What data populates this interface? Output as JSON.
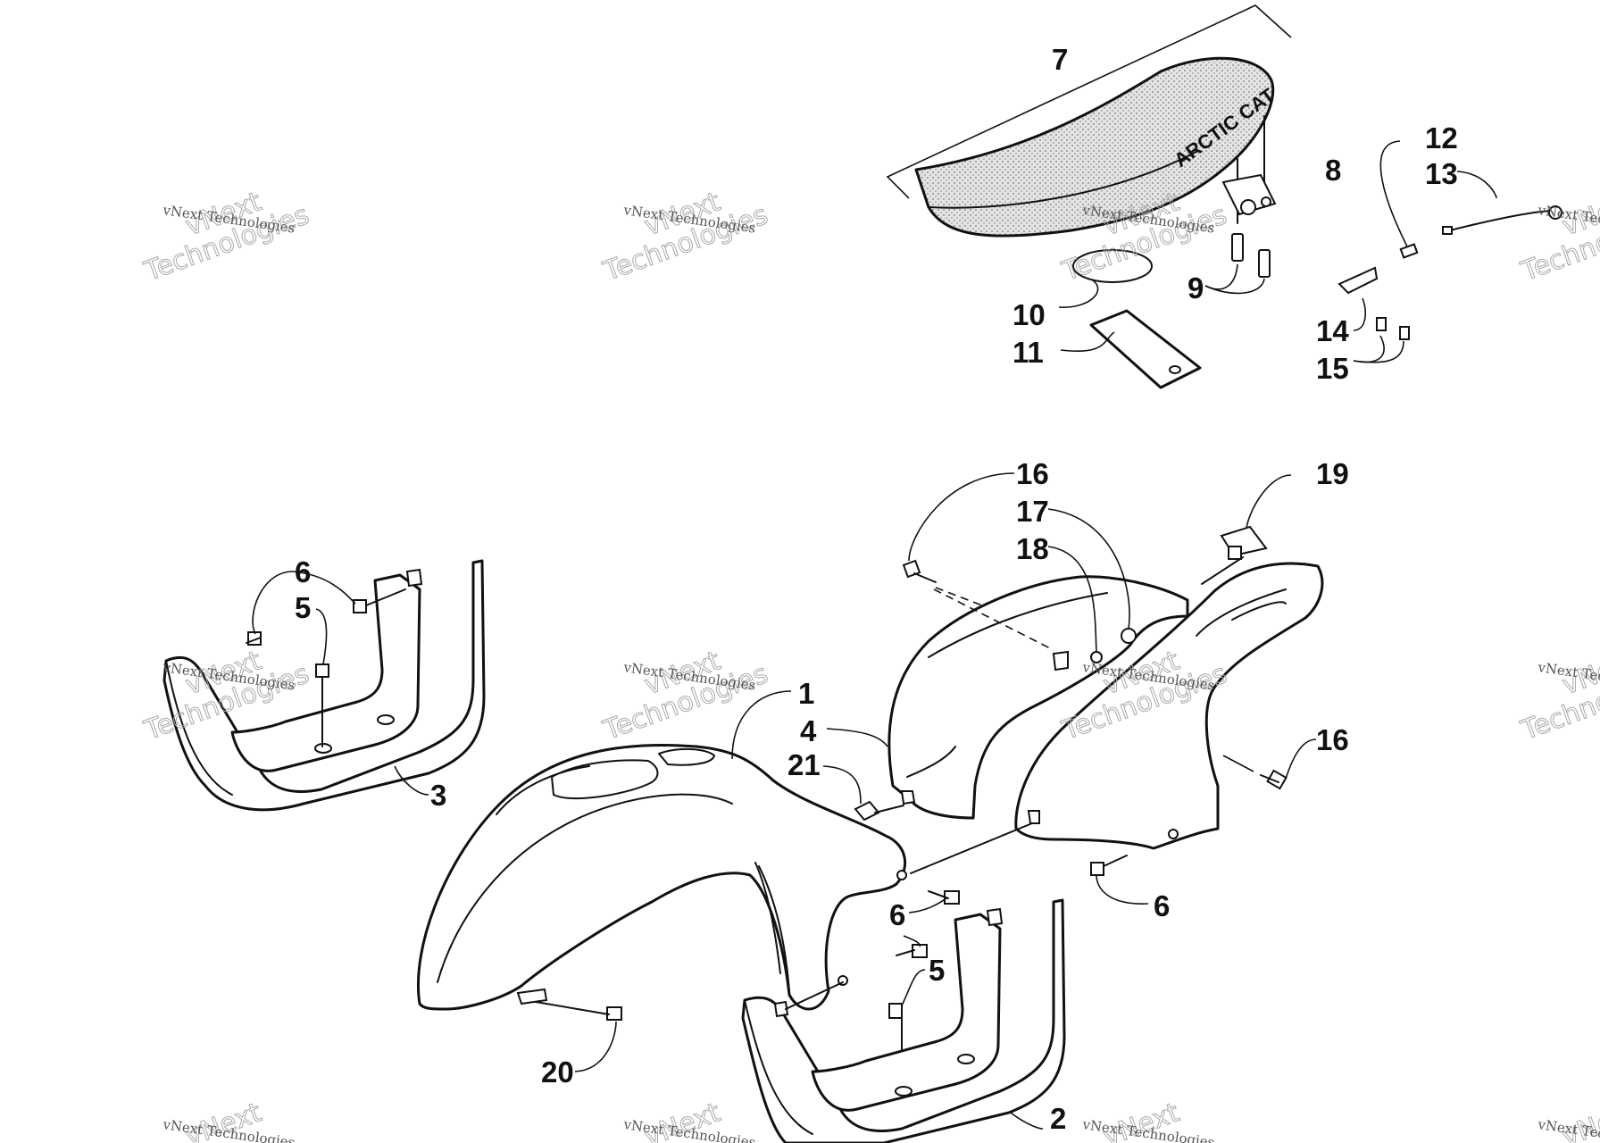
{
  "diagram": {
    "brand_text": "ARCTIC CAT",
    "watermark": {
      "line1": "vNext",
      "line2": "Technologies",
      "caption": "vNext Technologies"
    },
    "callouts": [
      {
        "id": "c7",
        "label": "7"
      },
      {
        "id": "c8",
        "label": "8"
      },
      {
        "id": "c9",
        "label": "9"
      },
      {
        "id": "c10",
        "label": "10"
      },
      {
        "id": "c11",
        "label": "11"
      },
      {
        "id": "c12",
        "label": "12"
      },
      {
        "id": "c13",
        "label": "13"
      },
      {
        "id": "c14",
        "label": "14"
      },
      {
        "id": "c15",
        "label": "15"
      },
      {
        "id": "c16a",
        "label": "16"
      },
      {
        "id": "c17",
        "label": "17"
      },
      {
        "id": "c18",
        "label": "18"
      },
      {
        "id": "c19",
        "label": "19"
      },
      {
        "id": "c16b",
        "label": "16"
      },
      {
        "id": "c6a",
        "label": "6"
      },
      {
        "id": "c5a",
        "label": "5"
      },
      {
        "id": "c3",
        "label": "3"
      },
      {
        "id": "c1",
        "label": "1"
      },
      {
        "id": "c4",
        "label": "4"
      },
      {
        "id": "c21",
        "label": "21"
      },
      {
        "id": "c6b",
        "label": "6"
      },
      {
        "id": "c6c",
        "label": "6"
      },
      {
        "id": "c5b",
        "label": "5"
      },
      {
        "id": "c20",
        "label": "20"
      },
      {
        "id": "c2",
        "label": "2"
      }
    ]
  }
}
